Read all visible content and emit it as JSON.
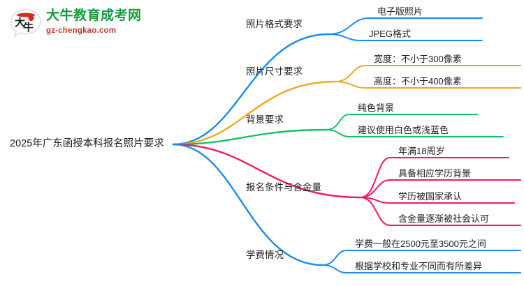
{
  "logo": {
    "mark_name": "dani-speech-bubble-logo",
    "title": "大牛教育成考网",
    "subtitle": "gz-chengkao.com",
    "title_color": "#179b3d",
    "subtitle_color": "#c0392b",
    "mark_red": "#d42a20",
    "mark_dark": "#1a1a1a"
  },
  "mindmap": {
    "root": "2025年广东函授本科报名照片要求",
    "branches": [
      {
        "label": "照片格式要求",
        "color": "#1a8cf0",
        "children": [
          "电子版照片",
          "JPEG格式"
        ]
      },
      {
        "label": "照片尺寸要求",
        "color": "#f0a81e",
        "children": [
          "宽度：不小于300像素",
          "高度：不小于400像素"
        ]
      },
      {
        "label": "背景要求",
        "color": "#10c36b",
        "children": [
          "纯色背景",
          "建议使用白色或浅蓝色"
        ]
      },
      {
        "label": "报名条件与含金量",
        "color": "#f4176c",
        "children": [
          "年满18周岁",
          "具备相应学历背景",
          "学历被国家承认",
          "含金量逐渐被社会认可"
        ]
      },
      {
        "label": "学费情况",
        "color": "#1a8cf0",
        "children": [
          "学费一般在2500元至3500元之间",
          "根据学校和专业不同而有所差异"
        ]
      }
    ]
  }
}
